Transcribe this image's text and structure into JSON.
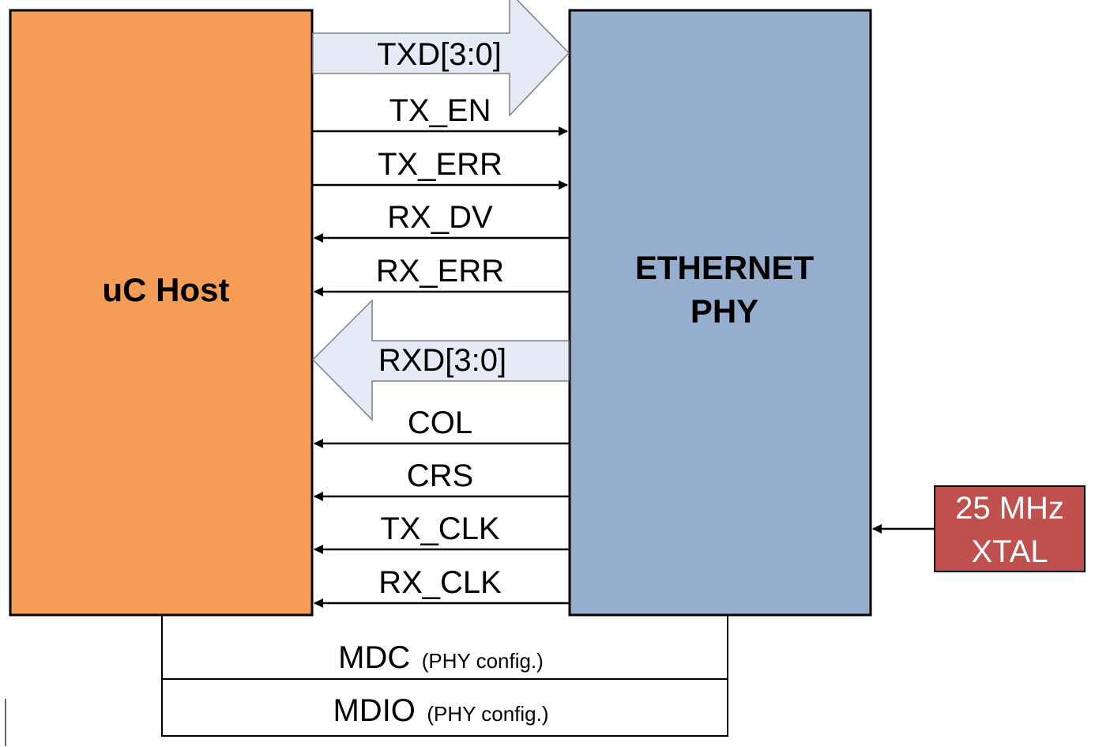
{
  "colors": {
    "host_fill": "#F59D56",
    "phy_fill": "#96AECE",
    "xtal_fill": "#C0504D",
    "bus_arrow_fill": "#E4EBF6",
    "stroke": "#000000"
  },
  "blocks": {
    "host": {
      "label": "uC Host"
    },
    "phy": {
      "label_line1": "ETHERNET",
      "label_line2": "PHY"
    },
    "xtal": {
      "label_line1": "25 MHz",
      "label_line2": "XTAL"
    }
  },
  "buses": [
    {
      "id": "txd",
      "label": "TXD[3:0]",
      "direction": "host-to-phy"
    },
    {
      "id": "rxd",
      "label": "RXD[3:0]",
      "direction": "phy-to-host"
    }
  ],
  "signals": [
    {
      "id": "tx_en",
      "label": "TX_EN",
      "direction": "host-to-phy"
    },
    {
      "id": "tx_err",
      "label": "TX_ERR",
      "direction": "host-to-phy"
    },
    {
      "id": "rx_dv",
      "label": "RX_DV",
      "direction": "phy-to-host"
    },
    {
      "id": "rx_err",
      "label": "RX_ERR",
      "direction": "phy-to-host"
    },
    {
      "id": "col",
      "label": "COL",
      "direction": "phy-to-host"
    },
    {
      "id": "crs",
      "label": "CRS",
      "direction": "phy-to-host"
    },
    {
      "id": "tx_clk",
      "label": "TX_CLK",
      "direction": "phy-to-host"
    },
    {
      "id": "rx_clk",
      "label": "RX_CLK",
      "direction": "phy-to-host"
    }
  ],
  "management": [
    {
      "id": "mdc",
      "label": "MDC",
      "note": "(PHY config.)"
    },
    {
      "id": "mdio",
      "label": "MDIO",
      "note": "(PHY config.)"
    }
  ]
}
